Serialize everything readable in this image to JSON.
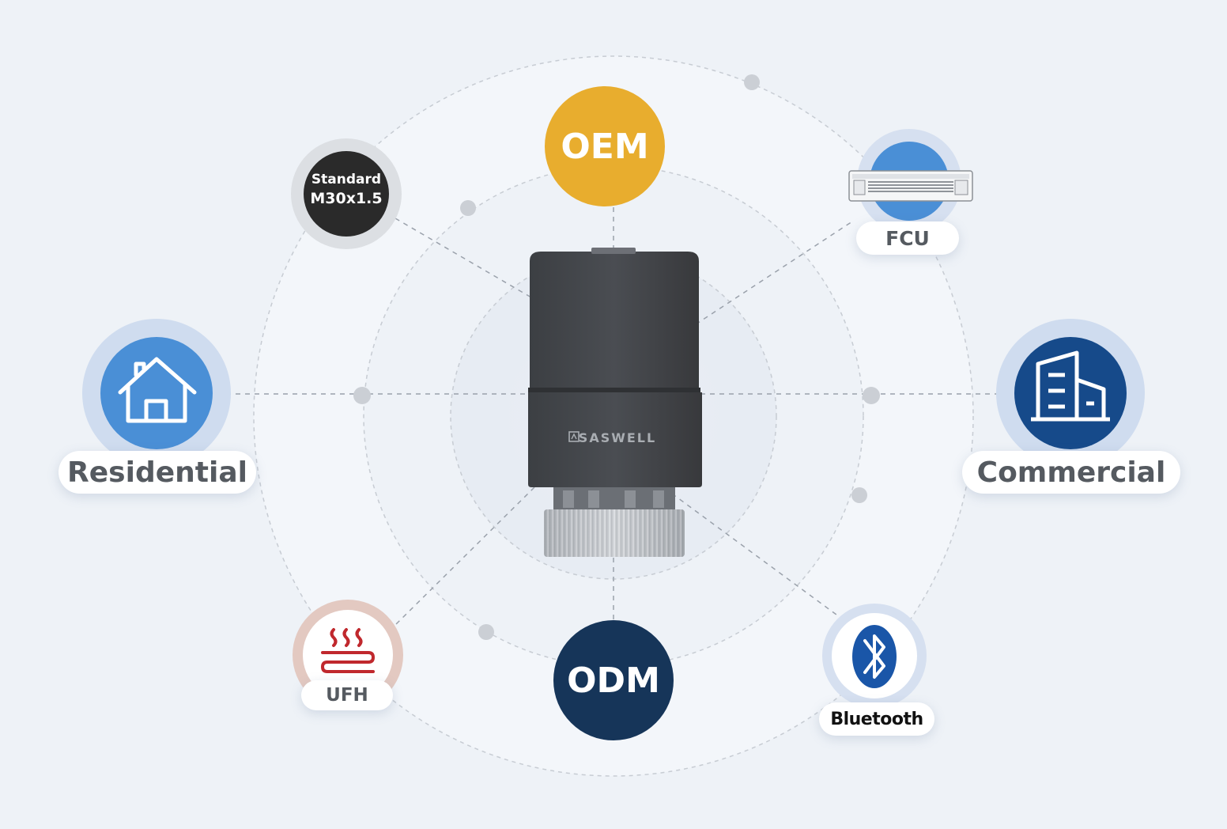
{
  "center_product": {
    "brand": "SASWELL"
  },
  "nodes": {
    "oem": {
      "label": "OEM",
      "color": "#e8ad2e"
    },
    "odm": {
      "label": "ODM",
      "color": "#163559"
    },
    "standard": {
      "line1": "Standard",
      "line2": "M30x1.5",
      "color": "#2a2a2a"
    },
    "fcu": {
      "label": "FCU",
      "icon": "fan-coil-unit-icon",
      "color": "#4a8fd6"
    },
    "residential": {
      "label": "Residential",
      "icon": "house-icon",
      "color": "#4a8fd6"
    },
    "commercial": {
      "label": "Commercial",
      "icon": "office-building-icon",
      "color": "#164a8a"
    },
    "ufh": {
      "label": "UFH",
      "icon": "underfloor-heating-icon",
      "color": "#c0282d"
    },
    "bluetooth": {
      "label": "Bluetooth",
      "icon": "bluetooth-icon",
      "color": "#1a56a8"
    }
  }
}
